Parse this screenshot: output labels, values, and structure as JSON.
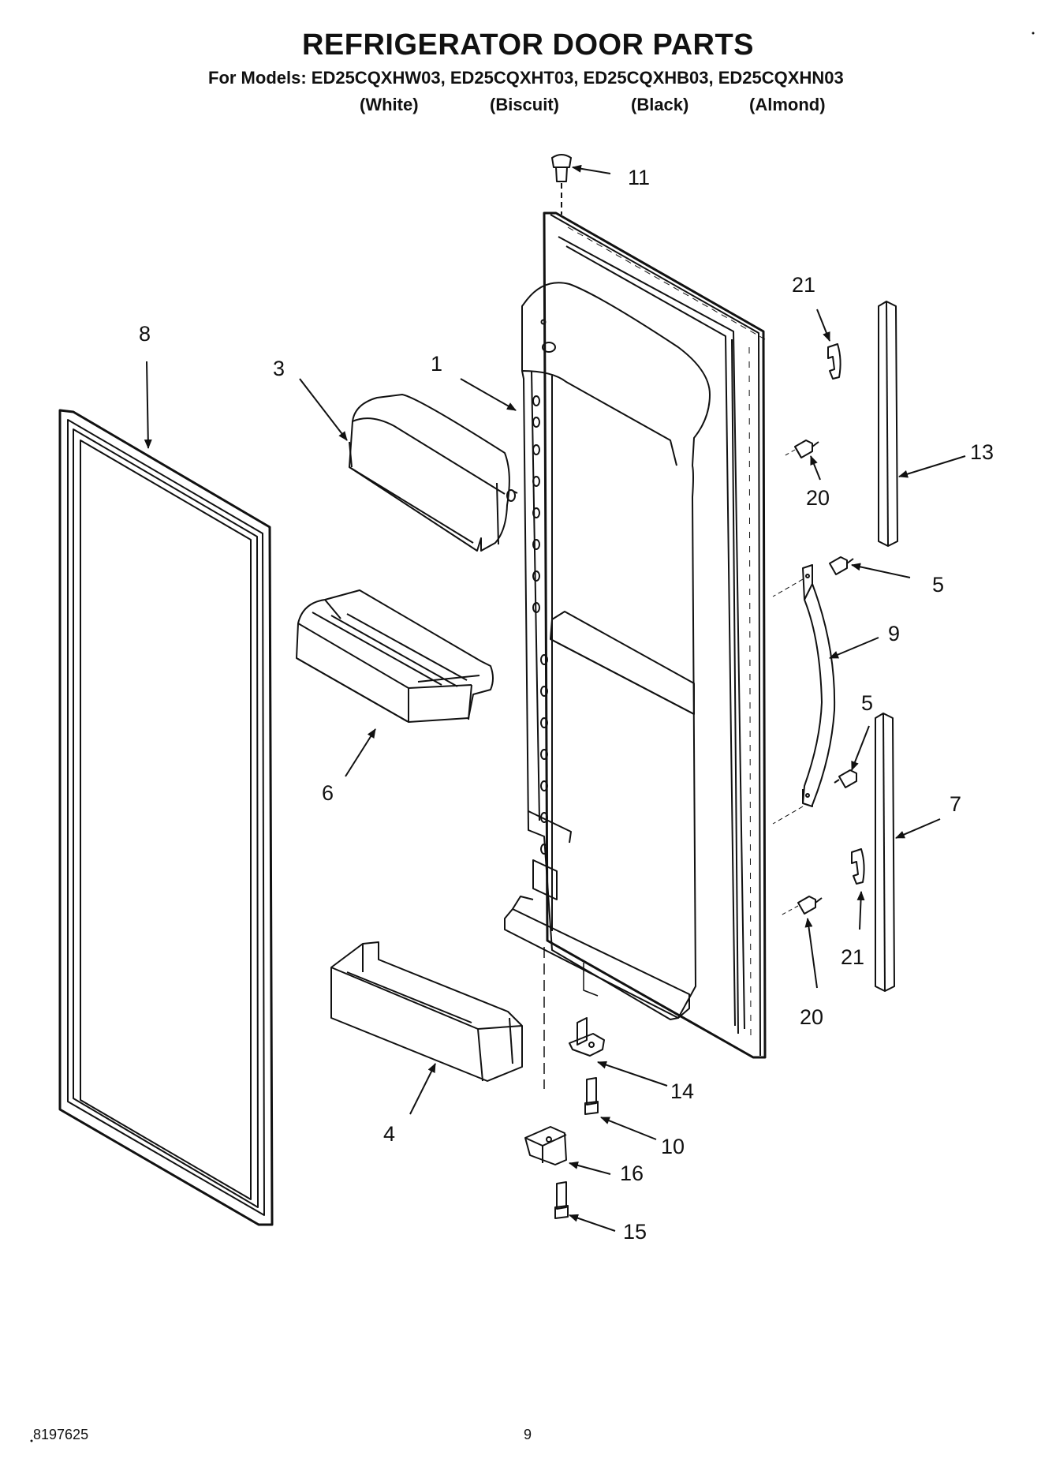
{
  "header": {
    "title": "REFRIGERATOR DOOR PARTS",
    "models_line": "For Models: ED25CQXHW03, ED25CQXHT03, ED25CQXHB03, ED25CQXHN03",
    "colors": [
      "(White)",
      "(Biscuit)",
      "(Black)",
      "(Almond)"
    ]
  },
  "callouts": [
    "11",
    "21",
    "8",
    "3",
    "1",
    "13",
    "20",
    "5",
    "9",
    "5",
    "6",
    "7",
    "21",
    "20",
    "14",
    "10",
    "4",
    "16",
    "15"
  ],
  "footer": {
    "doc_number": "8197625",
    "page_number": "9"
  }
}
